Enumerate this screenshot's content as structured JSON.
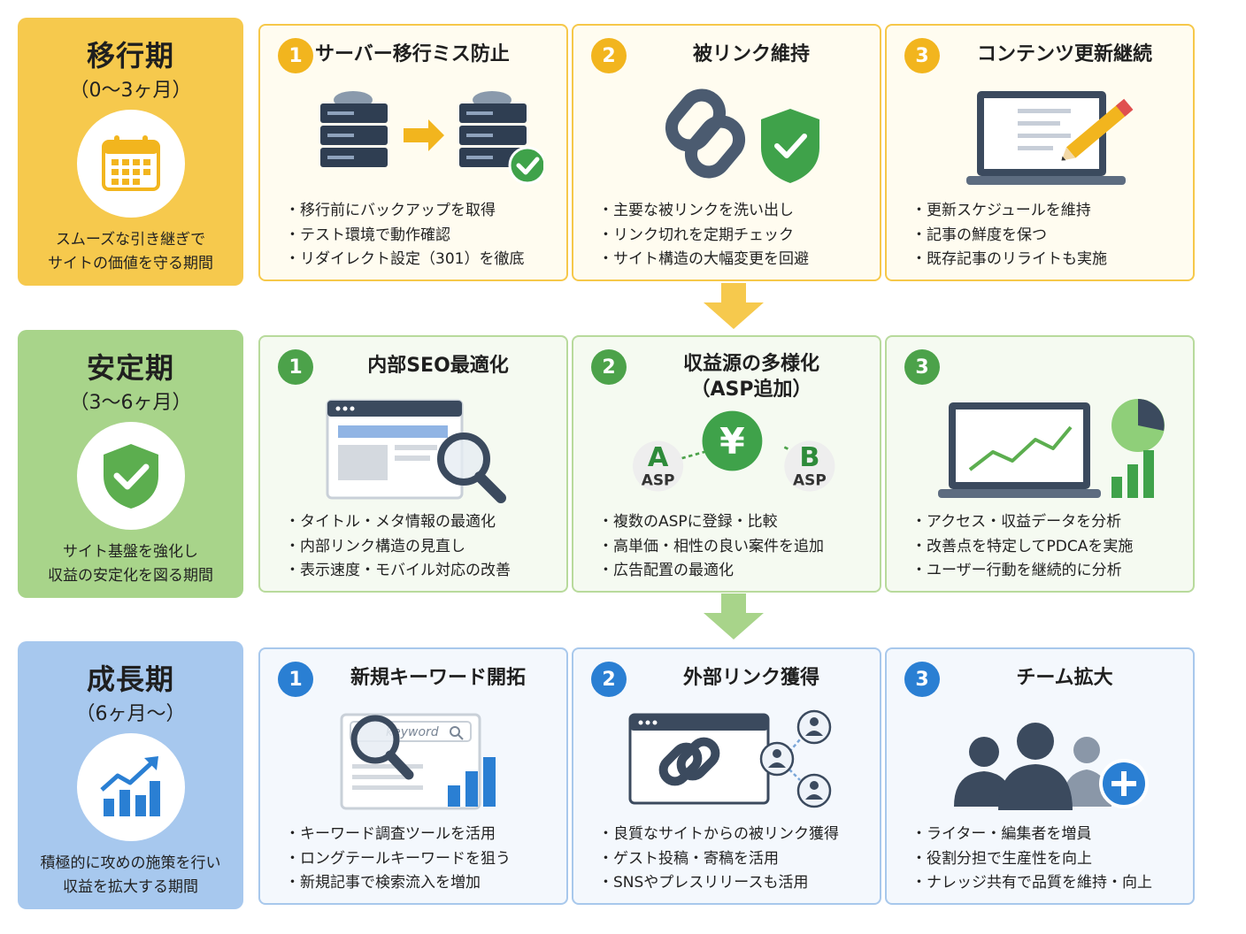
{
  "colors": {
    "transition": "#f6c94d",
    "stable": "#a8d48a",
    "growth": "#a7c8ee",
    "num_transition": "#f2b51e",
    "num_stable": "#4ca24a",
    "num_growth": "#2a7fd3"
  },
  "phases": [
    {
      "title": "移行期",
      "period": "（0〜3ヶ月）",
      "icon": "calendar-icon",
      "desc_line1": "スムーズな引き継ぎで",
      "desc_line2": "サイトの価値を守る期間",
      "cards": [
        {
          "num": "1",
          "title": "サーバー移行ミス防止",
          "icon": "server-migration-icon",
          "items": [
            "移行前にバックアップを取得",
            "テスト環境で動作確認",
            "リダイレクト設定（301）を徹底"
          ]
        },
        {
          "num": "2",
          "title": "被リンク維持",
          "icon": "link-shield-icon",
          "items": [
            "主要な被リンクを洗い出し",
            "リンク切れを定期チェック",
            "サイト構造の大幅変更を回避"
          ]
        },
        {
          "num": "3",
          "title": "コンテンツ更新継続",
          "icon": "laptop-pencil-icon",
          "items": [
            "更新スケジュールを維持",
            "記事の鮮度を保つ",
            "既存記事のリライトも実施"
          ]
        }
      ]
    },
    {
      "title": "安定期",
      "period": "（3〜6ヶ月）",
      "icon": "shield-check-icon",
      "desc_line1": "サイト基盤を強化し",
      "desc_line2": "収益の安定化を図る期間",
      "cards": [
        {
          "num": "1",
          "title": "内部SEO最適化",
          "icon": "browser-magnifier-icon",
          "items": [
            "タイトル・メタ情報の最適化",
            "内部リンク構造の見直し",
            "表示速度・モバイル対応の改善"
          ]
        },
        {
          "num": "2",
          "title": "収益源の多様化",
          "title2": "（ASP追加）",
          "icon": "yen-asp-icon",
          "asp_a_letter": "A",
          "asp_b_letter": "B",
          "asp_label": "ASP",
          "yen": "¥",
          "items": [
            "複数のASPに登録・比較",
            "高単価・相性の良い案件を追加",
            "広告配置の最適化"
          ]
        },
        {
          "num": "3",
          "title": "",
          "icon": "analytics-laptop-icon",
          "items": [
            "アクセス・収益データを分析",
            "改善点を特定してPDCAを実施",
            "ユーザー行動を継続的に分析"
          ]
        }
      ]
    },
    {
      "title": "成長期",
      "period": "（6ヶ月〜）",
      "icon": "growth-chart-icon",
      "desc_line1": "積極的に攻めの施策を行い",
      "desc_line2": "収益を拡大する期間",
      "cards": [
        {
          "num": "1",
          "title": "新規キーワード開拓",
          "icon": "keyword-search-icon",
          "search_text": "keyword",
          "items": [
            "キーワード調査ツールを活用",
            "ロングテールキーワードを狙う",
            "新規記事で検索流入を増加"
          ]
        },
        {
          "num": "2",
          "title": "外部リンク獲得",
          "icon": "backlink-network-icon",
          "items": [
            "良質なサイトからの被リンク獲得",
            "ゲスト投稿・寄稿を活用",
            "SNSやプレスリリースも活用"
          ]
        },
        {
          "num": "3",
          "title": "チーム拡大",
          "icon": "team-add-icon",
          "items": [
            "ライター・編集者を増員",
            "役割分担で生産性を向上",
            "ナレッジ共有で品質を維持・向上"
          ]
        }
      ]
    }
  ]
}
